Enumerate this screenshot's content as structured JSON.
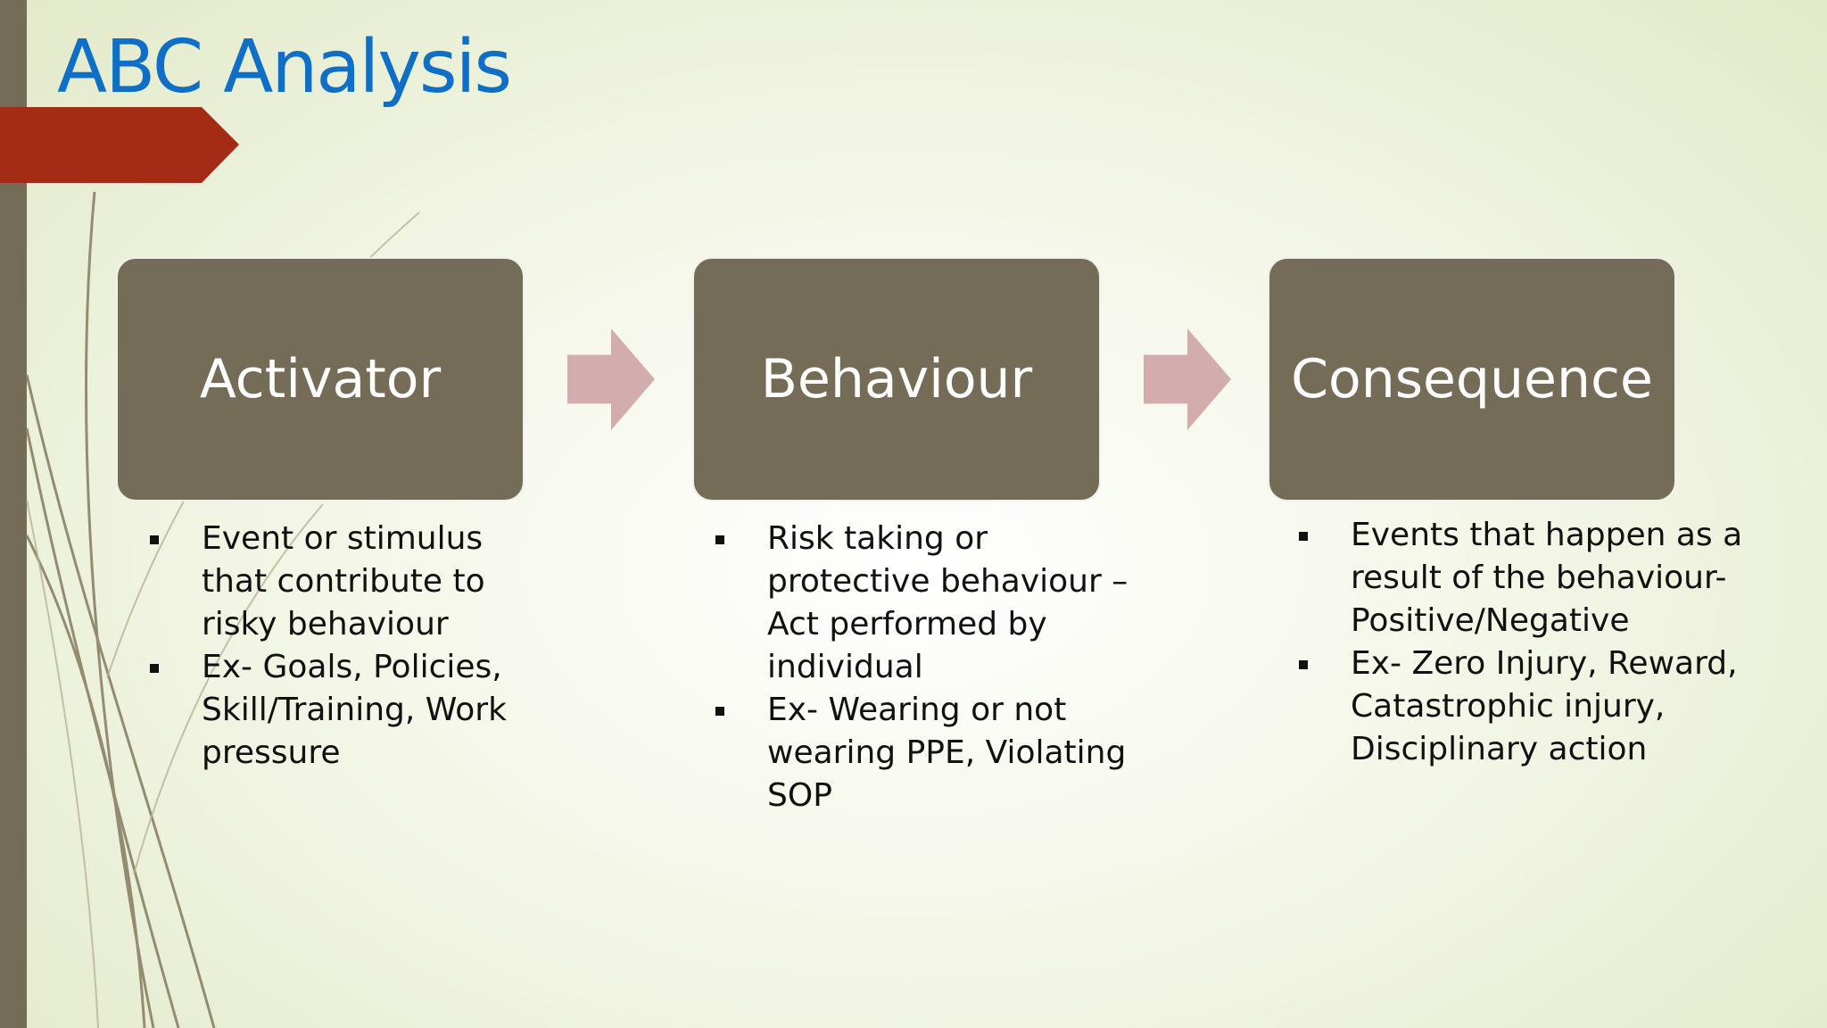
{
  "title": "ABC Analysis",
  "stages": [
    {
      "label": "Activator",
      "bullets": [
        "Event or stimulus that contribute to risky behaviour",
        "Ex- Goals, Policies, Skill/Training, Work pressure"
      ]
    },
    {
      "label": "Behaviour",
      "bullets": [
        "Risk taking or protective behaviour – Act performed by individual",
        "Ex- Wearing or not wearing PPE, Violating SOP"
      ]
    },
    {
      "label": "Consequence",
      "bullets": [
        "Events that happen as a result of the behaviour-Positive/Negative",
        "Ex- Zero Injury, Reward, Catastrophic injury, Disciplinary action"
      ]
    }
  ],
  "colors": {
    "title": "#0f6fc6",
    "box": "#756c58",
    "flow_arrow": "#d3adad",
    "accent_arrow": "#a52c14",
    "left_bar": "#756c58"
  }
}
